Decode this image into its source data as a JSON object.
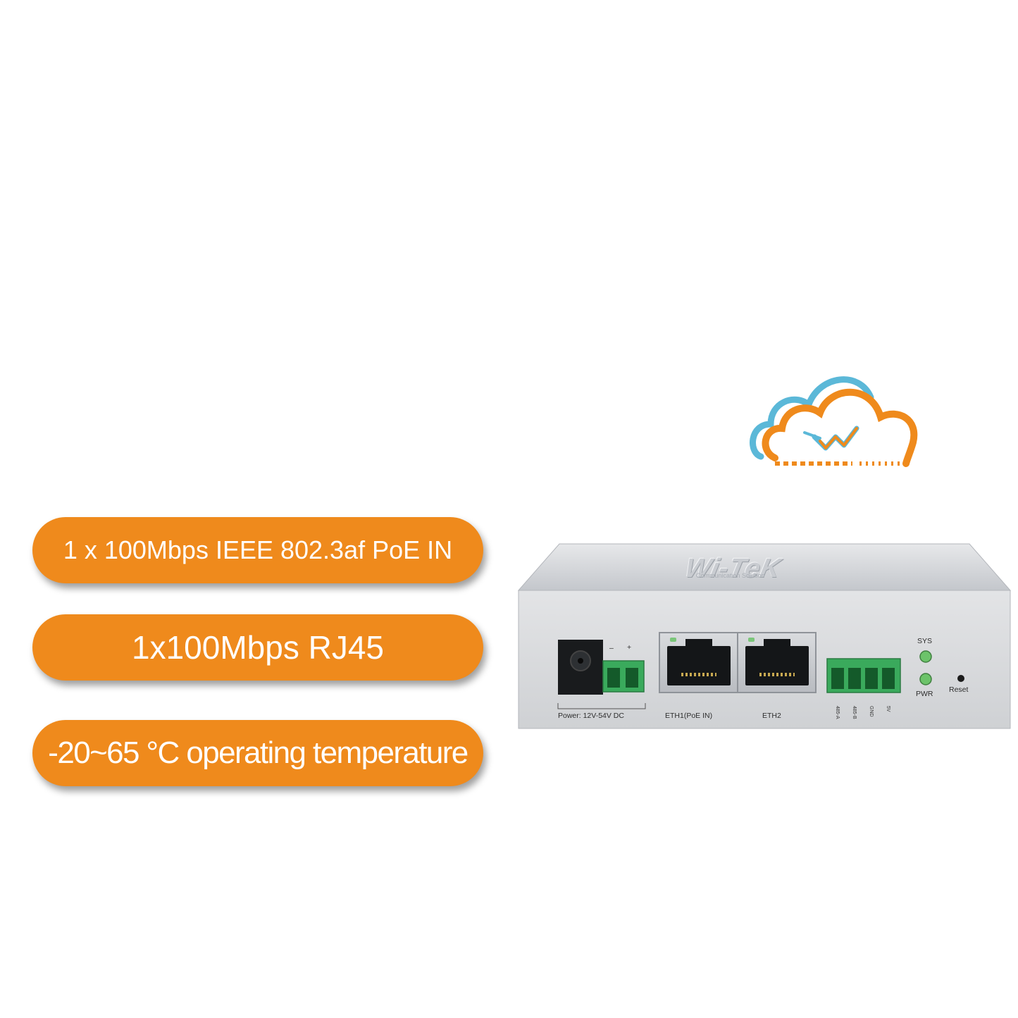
{
  "features": [
    "1 x 100Mbps IEEE 802.3af PoE IN",
    "1x100Mbps RJ45",
    "-20~65 °C operating temperature"
  ],
  "device": {
    "brand": "Wi-TeK",
    "tagline": "Communication Solution",
    "power_label": "Power: 12V-54V DC",
    "terminal_minus": "–",
    "terminal_plus": "+",
    "eth1_label": "ETH1(PoE IN)",
    "eth2_label": "ETH2",
    "rs485_pins": [
      "485-A",
      "485-B",
      "GND",
      "5V"
    ],
    "led_sys": "SYS",
    "led_pwr": "PWR",
    "reset_label": "Reset"
  },
  "colors": {
    "accent_orange": "#ef8a1c",
    "cloud_blue": "#5bb8d8",
    "terminal_green": "#3aaa5c"
  }
}
